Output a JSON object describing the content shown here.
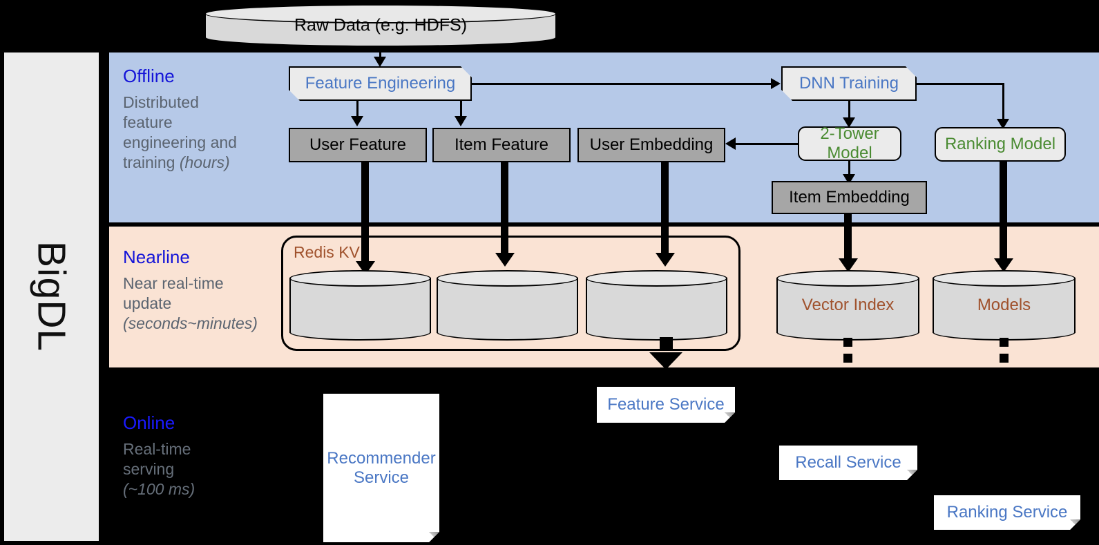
{
  "framework": {
    "name": "BigDL"
  },
  "bands": [
    {
      "id": "offline",
      "title": "Offline",
      "description_line1": "Distributed",
      "description_line2": "feature",
      "description_line3": "engineering and",
      "description_line4": "training",
      "description_italic": "(hours)",
      "bg_color": "#b6c9e8"
    },
    {
      "id": "nearline",
      "title": "Nearline",
      "description_line1": "Near real-time",
      "description_line2": "update",
      "description_italic": "(seconds~minutes)",
      "bg_color": "#fae3d4"
    },
    {
      "id": "online",
      "title": "Online",
      "description_line1": "Real-time",
      "description_line2": "serving",
      "description_italic": "(~100 ms)",
      "bg_color": "#000000"
    }
  ],
  "nodes": {
    "raw_data": "Raw Data (e.g. HDFS)",
    "feature_engineering": "Feature Engineering",
    "dnn_training": "DNN Training",
    "user_feature": "User Feature",
    "item_feature": "Item Feature",
    "user_embedding": "User Embedding",
    "item_embedding": "Item Embedding",
    "two_tower_model": "2-Tower Model",
    "ranking_model": "Ranking Model",
    "redis_kv": "Redis KV",
    "vector_index": "Vector Index",
    "models": "Models",
    "feature_service": "Feature Service",
    "recommender_service": "Recommender Service",
    "recommender_service_l1": "Recommender",
    "recommender_service_l2": "Service",
    "recall_service": "Recall Service",
    "ranking_service": "Ranking Service"
  },
  "colors": {
    "section_title": "#1414d8",
    "section_desc": "#5b6470",
    "blue_text": "#4a77c4",
    "green_text": "#4a8b32",
    "brown_text": "#a0522d",
    "gray_box": "#a6a6a6",
    "light_box": "#ebebeb",
    "offline_band": "#b6c9e8",
    "nearline_band": "#fae3d4",
    "online_band": "#000000",
    "sidebar": "#ececec"
  }
}
